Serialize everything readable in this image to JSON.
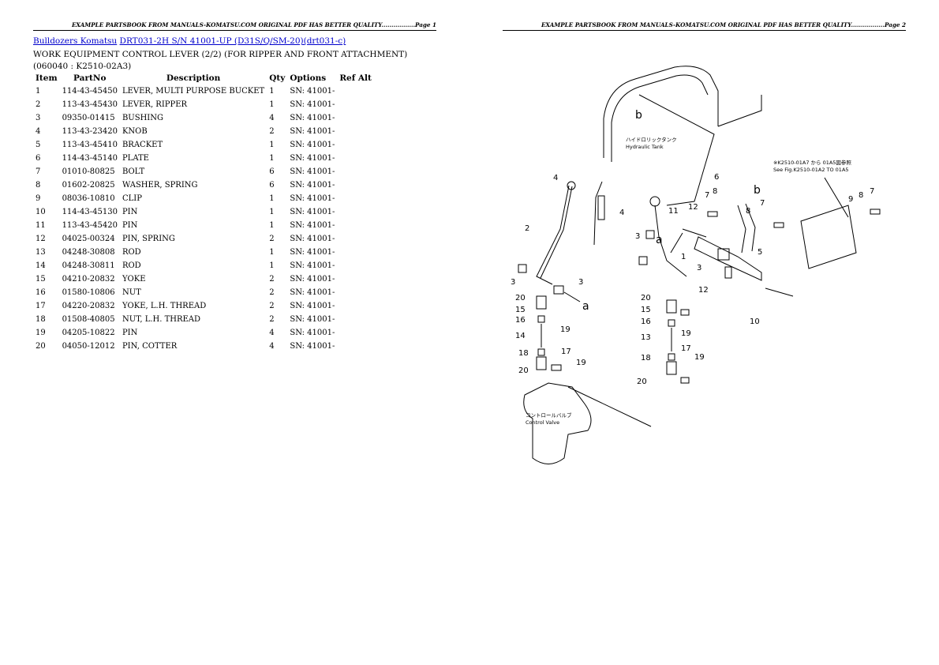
{
  "page1": {
    "header": "EXAMPLE PARTSBOOK FROM MANUALS-KOMATSU.COM ORIGINAL PDF HAS BETTER QUALITY.................Page 1",
    "link1": "Bulldozers Komatsu",
    "link2": "DRT031-2H S/N 41001-UP (D31S/Q/SM-20)(drt031-c)",
    "subtitle": "WORK EQUIPMENT CONTROL LEVER (2/2) (FOR RIPPER AND FRONT ATTACHMENT)(060040 : K2510-02A3)",
    "columns": [
      "Item",
      "PartNo",
      "Description",
      "Qty",
      "Options",
      "Ref Alt"
    ],
    "rows": [
      {
        "item": "1",
        "partno": "114-43-45450",
        "desc": "LEVER, MULTI PURPOSE BUCKET",
        "qty": "1",
        "opt": "SN: 41001-",
        "ref": ""
      },
      {
        "item": "2",
        "partno": "113-43-45430",
        "desc": "LEVER, RIPPER",
        "qty": "1",
        "opt": "SN: 41001-",
        "ref": ""
      },
      {
        "item": "3",
        "partno": "09350-01415",
        "desc": "BUSHING",
        "qty": "4",
        "opt": "SN: 41001-",
        "ref": ""
      },
      {
        "item": "4",
        "partno": "113-43-23420",
        "desc": "KNOB",
        "qty": "2",
        "opt": "SN: 41001-",
        "ref": ""
      },
      {
        "item": "5",
        "partno": "113-43-45410",
        "desc": "BRACKET",
        "qty": "1",
        "opt": "SN: 41001-",
        "ref": ""
      },
      {
        "item": "6",
        "partno": "114-43-45140",
        "desc": "PLATE",
        "qty": "1",
        "opt": "SN: 41001-",
        "ref": ""
      },
      {
        "item": "7",
        "partno": "01010-80825",
        "desc": "BOLT",
        "qty": "6",
        "opt": "SN: 41001-",
        "ref": ""
      },
      {
        "item": "8",
        "partno": "01602-20825",
        "desc": "WASHER, SPRING",
        "qty": "6",
        "opt": "SN: 41001-",
        "ref": ""
      },
      {
        "item": "9",
        "partno": "08036-10810",
        "desc": "CLIP",
        "qty": "1",
        "opt": "SN: 41001-",
        "ref": ""
      },
      {
        "item": "10",
        "partno": "114-43-45130",
        "desc": "PIN",
        "qty": "1",
        "opt": "SN: 41001-",
        "ref": ""
      },
      {
        "item": "11",
        "partno": "113-43-45420",
        "desc": "PIN",
        "qty": "1",
        "opt": "SN: 41001-",
        "ref": ""
      },
      {
        "item": "12",
        "partno": "04025-00324",
        "desc": "PIN, SPRING",
        "qty": "2",
        "opt": "SN: 41001-",
        "ref": ""
      },
      {
        "item": "13",
        "partno": "04248-30808",
        "desc": "ROD",
        "qty": "1",
        "opt": "SN: 41001-",
        "ref": ""
      },
      {
        "item": "14",
        "partno": "04248-30811",
        "desc": "ROD",
        "qty": "1",
        "opt": "SN: 41001-",
        "ref": ""
      },
      {
        "item": "15",
        "partno": "04210-20832",
        "desc": "YOKE",
        "qty": "2",
        "opt": "SN: 41001-",
        "ref": ""
      },
      {
        "item": "16",
        "partno": "01580-10806",
        "desc": "NUT",
        "qty": "2",
        "opt": "SN: 41001-",
        "ref": ""
      },
      {
        "item": "17",
        "partno": "04220-20832",
        "desc": "YOKE, L.H. THREAD",
        "qty": "2",
        "opt": "SN: 41001-",
        "ref": ""
      },
      {
        "item": "18",
        "partno": "01508-40805",
        "desc": "NUT, L.H. THREAD",
        "qty": "2",
        "opt": "SN: 41001-",
        "ref": ""
      },
      {
        "item": "19",
        "partno": "04205-10822",
        "desc": "PIN",
        "qty": "4",
        "opt": "SN: 41001-",
        "ref": ""
      },
      {
        "item": "20",
        "partno": "04050-12012",
        "desc": "PIN, COTTER",
        "qty": "4",
        "opt": "SN: 41001-",
        "ref": ""
      }
    ]
  },
  "page2": {
    "header": "EXAMPLE PARTSBOOK FROM MANUALS-KOMATSU.COM ORIGINAL PDF HAS BETTER QUALITY.................Page 2",
    "diagram": {
      "hydraulic_tank_jp": "ハイドロリックタンク",
      "hydraulic_tank": "Hydraulic Tank",
      "control_valve_jp": "コントロールバルブ",
      "control_valve": "Control Valve",
      "note_jp": "※K2510-01A7 から 01A5図参照",
      "note_en": "See Fig.K2510-01A2 TO 01A5",
      "letter_a": "a",
      "letter_b": "b",
      "callouts": [
        "1",
        "2",
        "3",
        "4",
        "5",
        "6",
        "7",
        "8",
        "9",
        "10",
        "11",
        "12",
        "13",
        "14",
        "15",
        "16",
        "17",
        "18",
        "19",
        "20"
      ]
    }
  }
}
